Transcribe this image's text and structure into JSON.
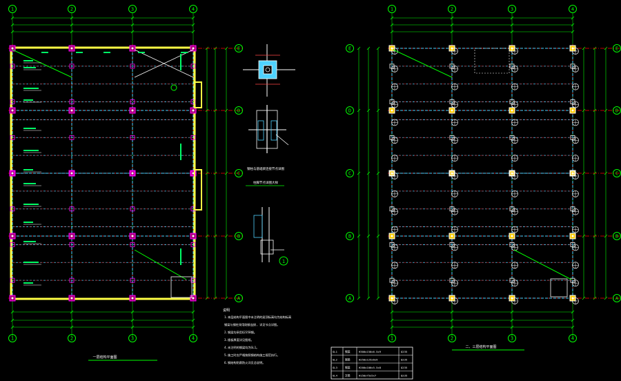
{
  "colors": {
    "background": "#000000",
    "dimension": "#00ff00",
    "axis_bubble": "#00ff00",
    "grid_line": "#ff0000",
    "beam": "#4fd2ff",
    "column": "#ff00ff",
    "wall": "#ffff44",
    "text": "#ffffff",
    "diagonal": "#00ff00",
    "title_underline": "#00ff00"
  },
  "plan_left": {
    "axes_x": [
      "1",
      "2",
      "3",
      "4"
    ],
    "axes_y": [
      "A",
      "B",
      "C",
      "D",
      "E"
    ],
    "title": "一层结构平面图"
  },
  "plan_right": {
    "axes_x": [
      "1",
      "2",
      "3",
      "4"
    ],
    "axes_y": [
      "A",
      "B",
      "C",
      "D",
      "E"
    ],
    "title": "二、三层结构平面图"
  },
  "details": {
    "caption": "钢柱与基础梁连接节点详图",
    "sub_caption": "柱脚节点详图大样",
    "section_mark": "1"
  },
  "notes": {
    "heading": "说明",
    "lines": [
      "1.本层结构平面图中未注明的梁顶标高均为结构标高",
      "  钢梁与钢柱采用刚接连接, 详见节点详图。",
      "2.钢梁均采用Q235B钢。",
      "3.楼板厚度详见图纸。",
      "4.未注明的钢梁均为GL1。",
      "5.施工时应严格按照钢结构施工规范执行。",
      "6.钢结构防腐防火详见总说明。"
    ]
  },
  "table": {
    "rows": [
      [
        "GL1",
        "钢梁",
        "H300x150x6.5x9",
        "Q235"
      ],
      [
        "GL2",
        "钢梁",
        "H250x125x6x9",
        "Q235"
      ],
      [
        "GL3",
        "钢梁",
        "H200x100x5.5x8",
        "Q235"
      ],
      [
        "GL4",
        "次梁",
        "H150x75x5x7",
        "Q235"
      ]
    ]
  }
}
